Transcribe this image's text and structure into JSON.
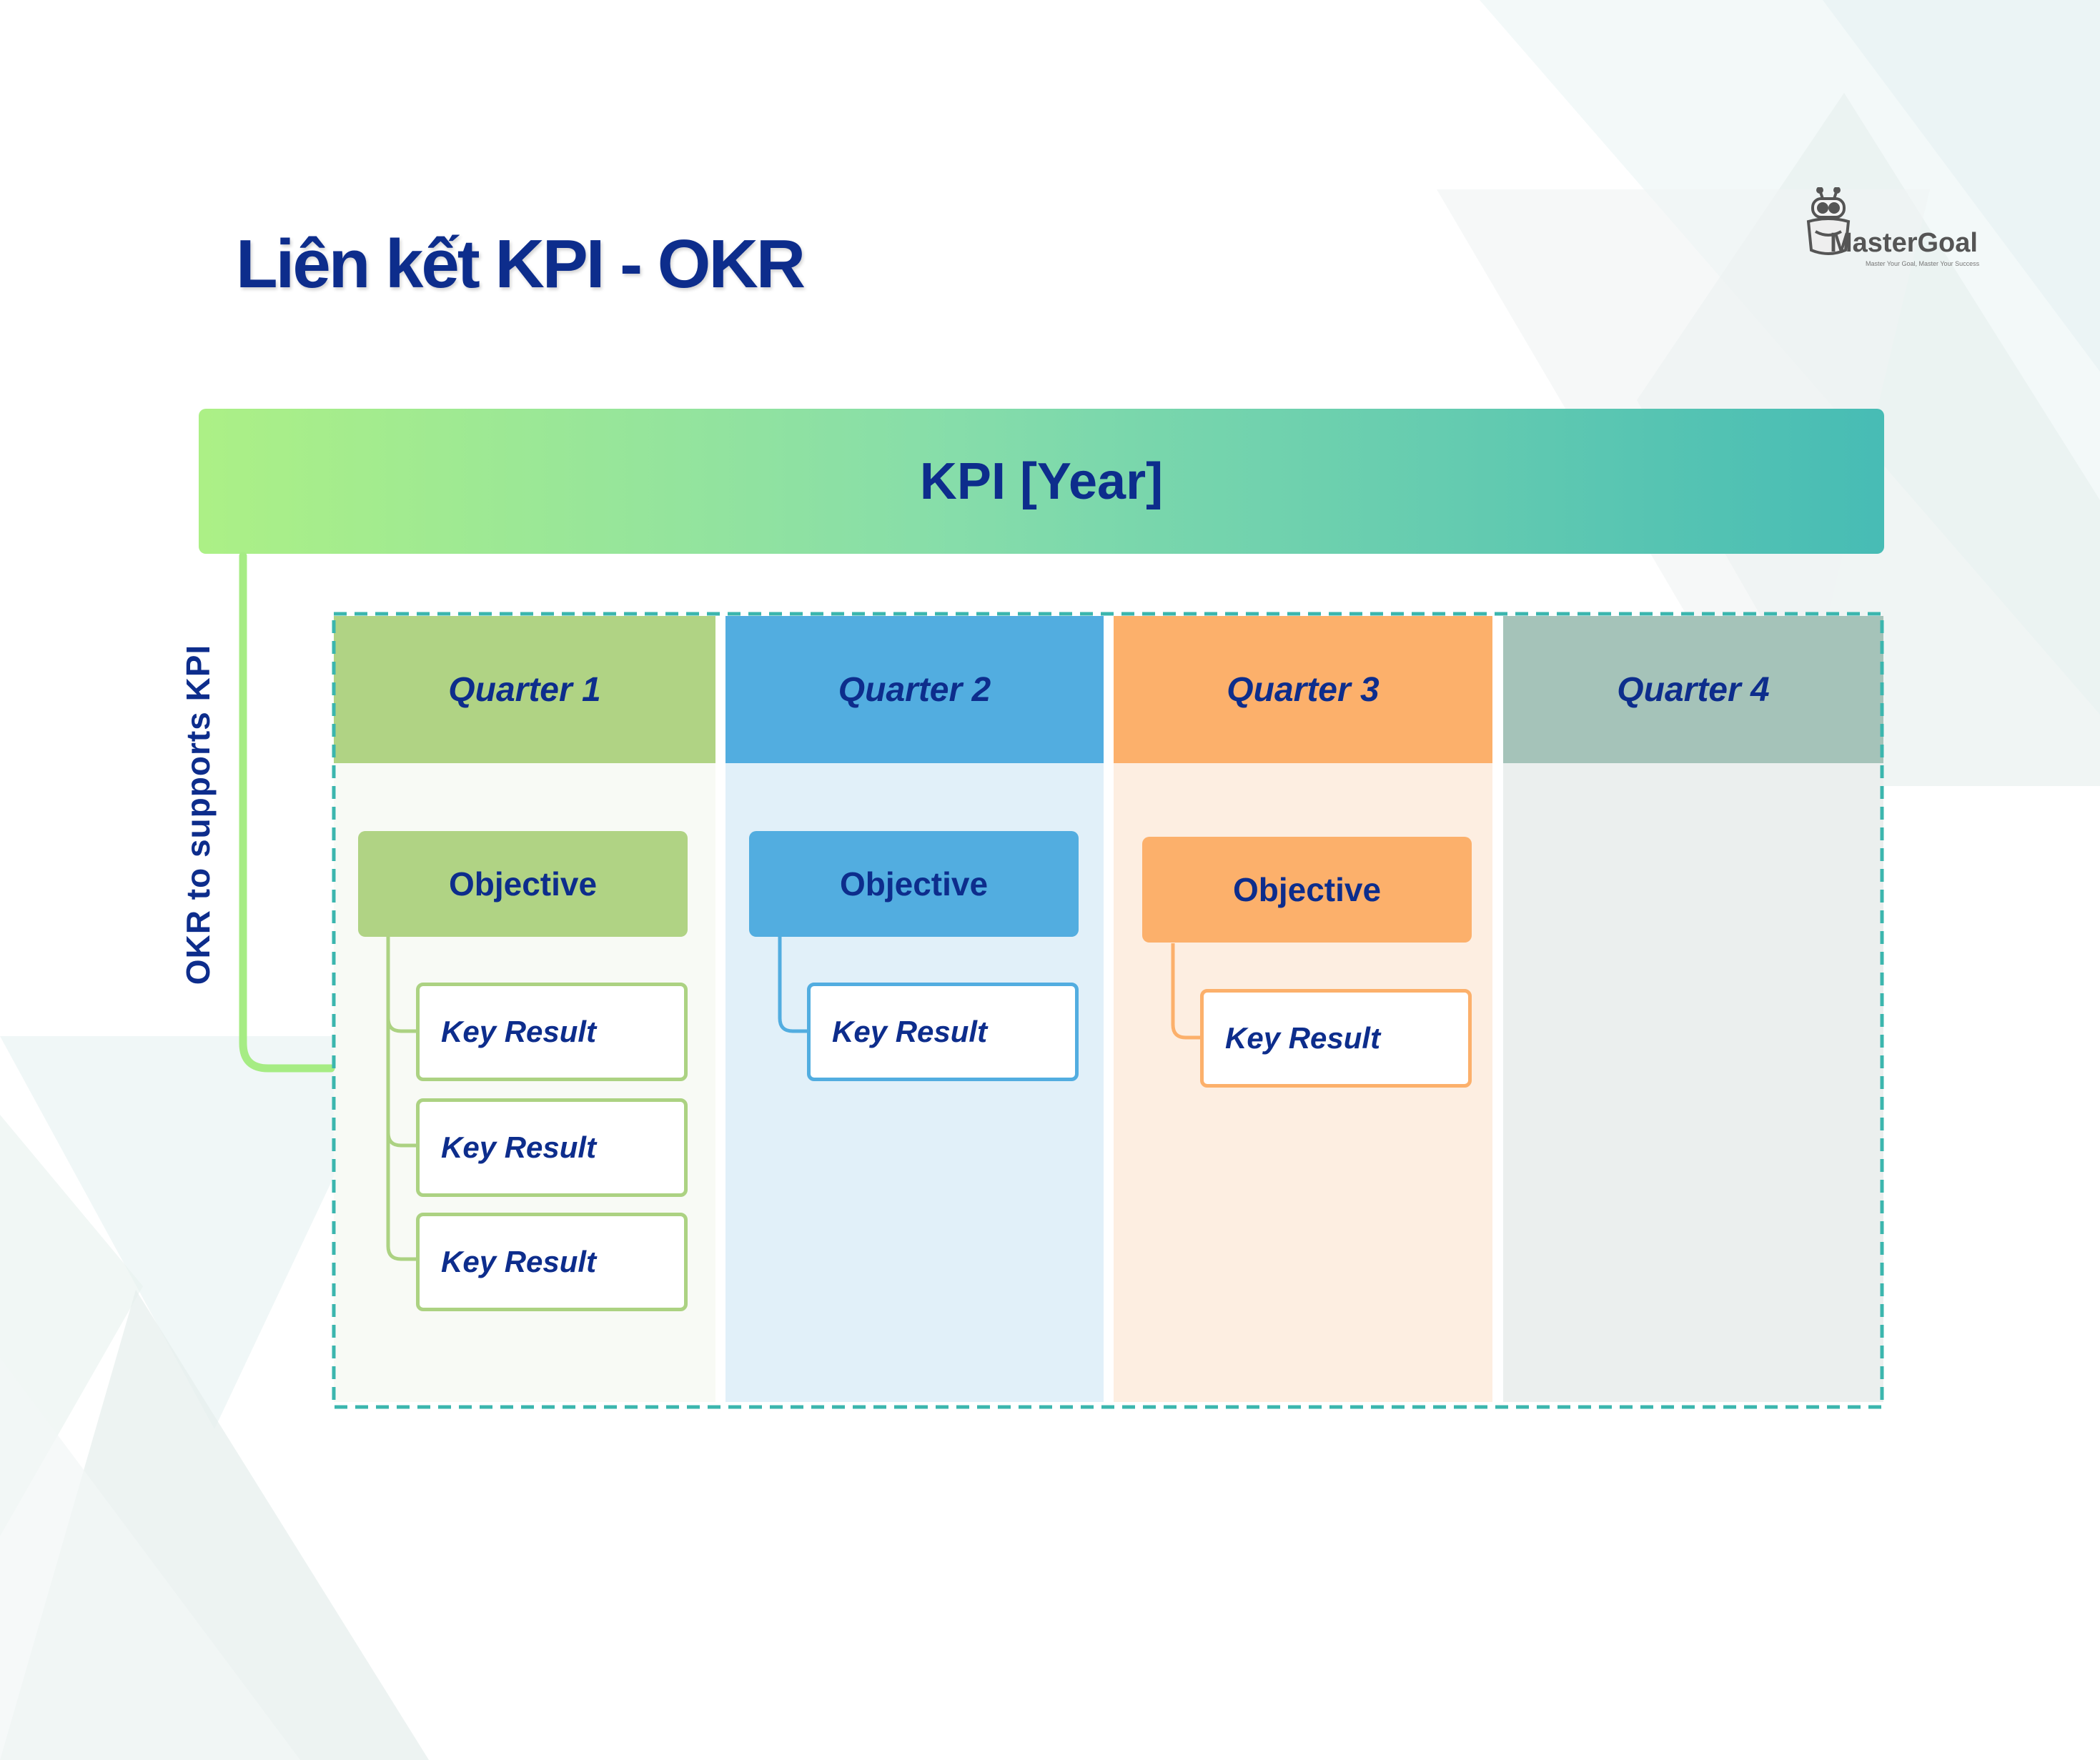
{
  "title": "Liên kết KPI - OKR",
  "logo": {
    "name": "MasterGoal",
    "tagline": "Master Your Goal, Master Your Success."
  },
  "kpi_bar": {
    "label": "KPI [Year]"
  },
  "side_label": "OKR to supports KPI",
  "quarters": [
    {
      "label": "Quarter 1",
      "objective": "Objective",
      "key_results": [
        "Key Result",
        "Key Result",
        "Key Result"
      ]
    },
    {
      "label": "Quarter 2",
      "objective": "Objective",
      "key_results": [
        "Key Result"
      ]
    },
    {
      "label": "Quarter 3",
      "objective": "Objective",
      "key_results": [
        "Key Result"
      ]
    },
    {
      "label": "Quarter 4"
    }
  ],
  "colors": {
    "title": "#0d2d8c",
    "q1_head": "#b0d384",
    "q1_body": "#f8faf5",
    "q1_accent": "#acd282",
    "q2_head": "#52ade0",
    "q2_body": "#e1f0f9",
    "q2_accent": "#52ade0",
    "q3_head": "#fcb06b",
    "q3_body": "#fdeee1",
    "q3_accent": "#fcb06b",
    "q4_head": "#a5c3b9",
    "q4_body": "#ebefee",
    "connector": "#a6ec84",
    "dashed_border": "#3bb6ae"
  }
}
